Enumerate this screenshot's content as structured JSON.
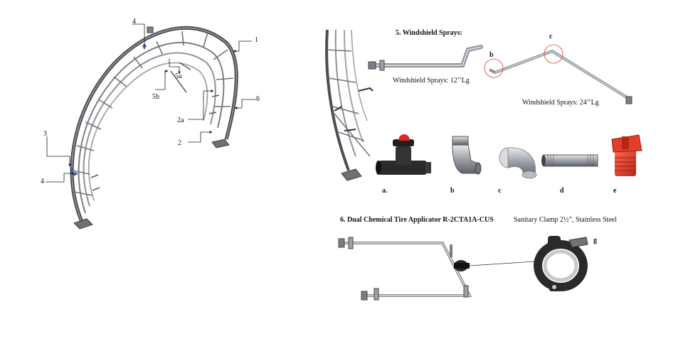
{
  "arch_callouts": {
    "c1": "1",
    "c2": "2",
    "c2a": "2a",
    "c3": "3",
    "c4_top": "4",
    "c4_bottom": "4",
    "c5a": "5a",
    "c5b": "5b",
    "c6": "6"
  },
  "windshield": {
    "heading": "5. Windshield Sprays:",
    "spray_12_label": "Windshield Sprays: 12’’Lg",
    "spray_24_label": "Windshield Sprays: 24’’Lg",
    "callout_b": "b",
    "callout_c": "c"
  },
  "parts": {
    "a": "a.",
    "b": "b",
    "c": "c",
    "d": "d",
    "e": "e"
  },
  "tire_applicator": {
    "heading": "6. Dual Chemical Tire Applicator  R-2CTA1A-CUS",
    "clamp_label": "Sanitary Clamp 2½”, Stainless Steel",
    "callout_g": "g"
  },
  "colors": {
    "frame": "#6f747a",
    "frame_dark": "#3e4247",
    "pipe": "#b9bdc2",
    "valve": "#2a2a2a",
    "valve_accent": "#e0242b",
    "nozzle": "#e0402a",
    "callout_arrow": "#3a4fb0"
  }
}
